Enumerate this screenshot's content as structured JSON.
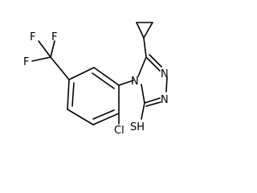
{
  "molecule": {
    "atoms": {
      "N_triazole_top": "N",
      "N_triazole_mid": "N",
      "N_aryl": "N",
      "F_top_left": "F",
      "F_top_right": "F",
      "F_left": "F",
      "Cl": "Cl",
      "SH": "SH"
    }
  },
  "colors": {
    "bond": "#000000",
    "label": "#000000",
    "background": "#ffffff"
  }
}
